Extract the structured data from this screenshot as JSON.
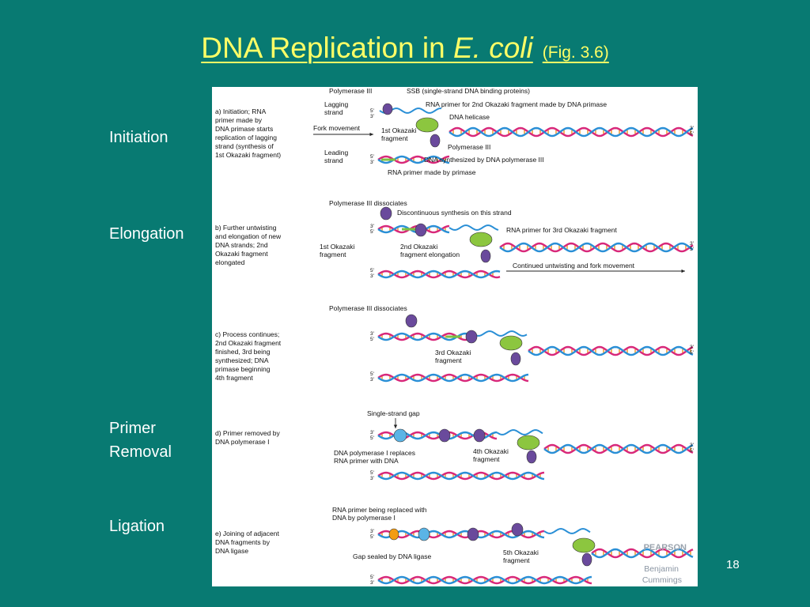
{
  "title": {
    "main": "DNA Replication in ",
    "organism": "E. coli",
    "figref": "(Fig. 3.6)"
  },
  "stages": [
    "Initiation",
    "Elongation",
    "Primer Removal",
    "Ligation"
  ],
  "page_number": "18",
  "figure": {
    "panel_a": {
      "caption": [
        "a) Initiation; RNA",
        "primer made by",
        "DNA primase starts",
        "replication of lagging",
        "strand (synthesis of",
        "1st Okazaki fragment)"
      ],
      "labels": {
        "pol3": "Polymerase III",
        "ssb": "SSB (single-strand DNA binding proteins)",
        "lagging": [
          "Lagging",
          "strand"
        ],
        "rna_primer_2nd": "RNA primer for 2nd Okazaki fragment made by DNA primase",
        "helicase": "DNA helicase",
        "fork": "Fork movement",
        "okazaki1": [
          "1st Okazaki",
          "fragment"
        ],
        "pol3b": "Polymerase III",
        "leading": [
          "Leading",
          "strand"
        ],
        "dna_synth": "DNA synthesized by DNA polymerase III",
        "rna_primase": "RNA primer made by primase"
      }
    },
    "panel_b": {
      "caption": [
        "b) Further untwisting",
        "and elongation of new",
        "DNA strands; 2nd",
        "Okazaki fragment",
        "elongated"
      ],
      "labels": {
        "pol3_diss": "Polymerase III dissociates",
        "discont": "Discontinuous synthesis on this strand",
        "okazaki1": [
          "1st Okazaki",
          "fragment"
        ],
        "okazaki2": [
          "2nd Okazaki",
          "fragment elongation"
        ],
        "rna_3rd": "RNA primer for 3rd Okazaki fragment",
        "continued": "Continued untwisting and fork movement"
      }
    },
    "panel_c": {
      "caption": [
        "c) Process continues;",
        "2nd Okazaki fragment",
        "finished, 3rd being",
        "synthesized; DNA",
        "primase beginning",
        "4th fragment"
      ],
      "labels": {
        "pol3_diss": "Polymerase III dissociates",
        "okazaki3": [
          "3rd Okazaki",
          "fragment"
        ]
      }
    },
    "panel_d": {
      "caption": [
        "d) Primer removed by",
        "DNA polymerase I"
      ],
      "labels": {
        "gap": "Single-strand gap",
        "pol1": [
          "DNA polymerase I replaces",
          "RNA primer with DNA"
        ],
        "okazaki4": [
          "4th Okazaki",
          "fragment"
        ]
      }
    },
    "panel_e": {
      "caption": [
        "e) Joining of adjacent",
        "DNA fragments by",
        "DNA ligase"
      ],
      "labels": {
        "rna_replaced": [
          "RNA primer being replaced with",
          "DNA by polymerase I"
        ],
        "gap_sealed": "Gap sealed by DNA ligase",
        "okazaki5": [
          "5th Okazaki",
          "fragment"
        ]
      }
    },
    "credit": [
      "PEARSON",
      "Benjamin",
      "Cummings"
    ],
    "end_labels": {
      "five": "5'",
      "three": "3'"
    }
  },
  "colors": {
    "background": "#087a72",
    "title": "#ffff66",
    "strand_blue": "#2a8fd6",
    "strand_magenta": "#d8287a",
    "rna_primer": "#7cc242",
    "polymerase": "#6a4a9c",
    "helicase": "#8cc63f"
  }
}
